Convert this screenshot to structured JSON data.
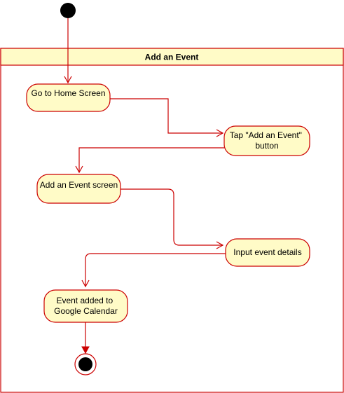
{
  "colors": {
    "stroke": "#cc0000",
    "fill": "#fffbc7",
    "start_node": "#000000",
    "background": "#ffffff"
  },
  "swimlane": {
    "title": "Add an Event"
  },
  "nodes": [
    {
      "id": "go-home",
      "lines": [
        "Go to Home Screen"
      ]
    },
    {
      "id": "tap-add",
      "lines": [
        "Tap \"Add an Event\"",
        "button"
      ]
    },
    {
      "id": "add-screen",
      "lines": [
        "Add an Event screen"
      ]
    },
    {
      "id": "input-details",
      "lines": [
        "Input event details"
      ]
    },
    {
      "id": "event-added",
      "lines": [
        "Event added to",
        "Google Calendar"
      ]
    }
  ]
}
